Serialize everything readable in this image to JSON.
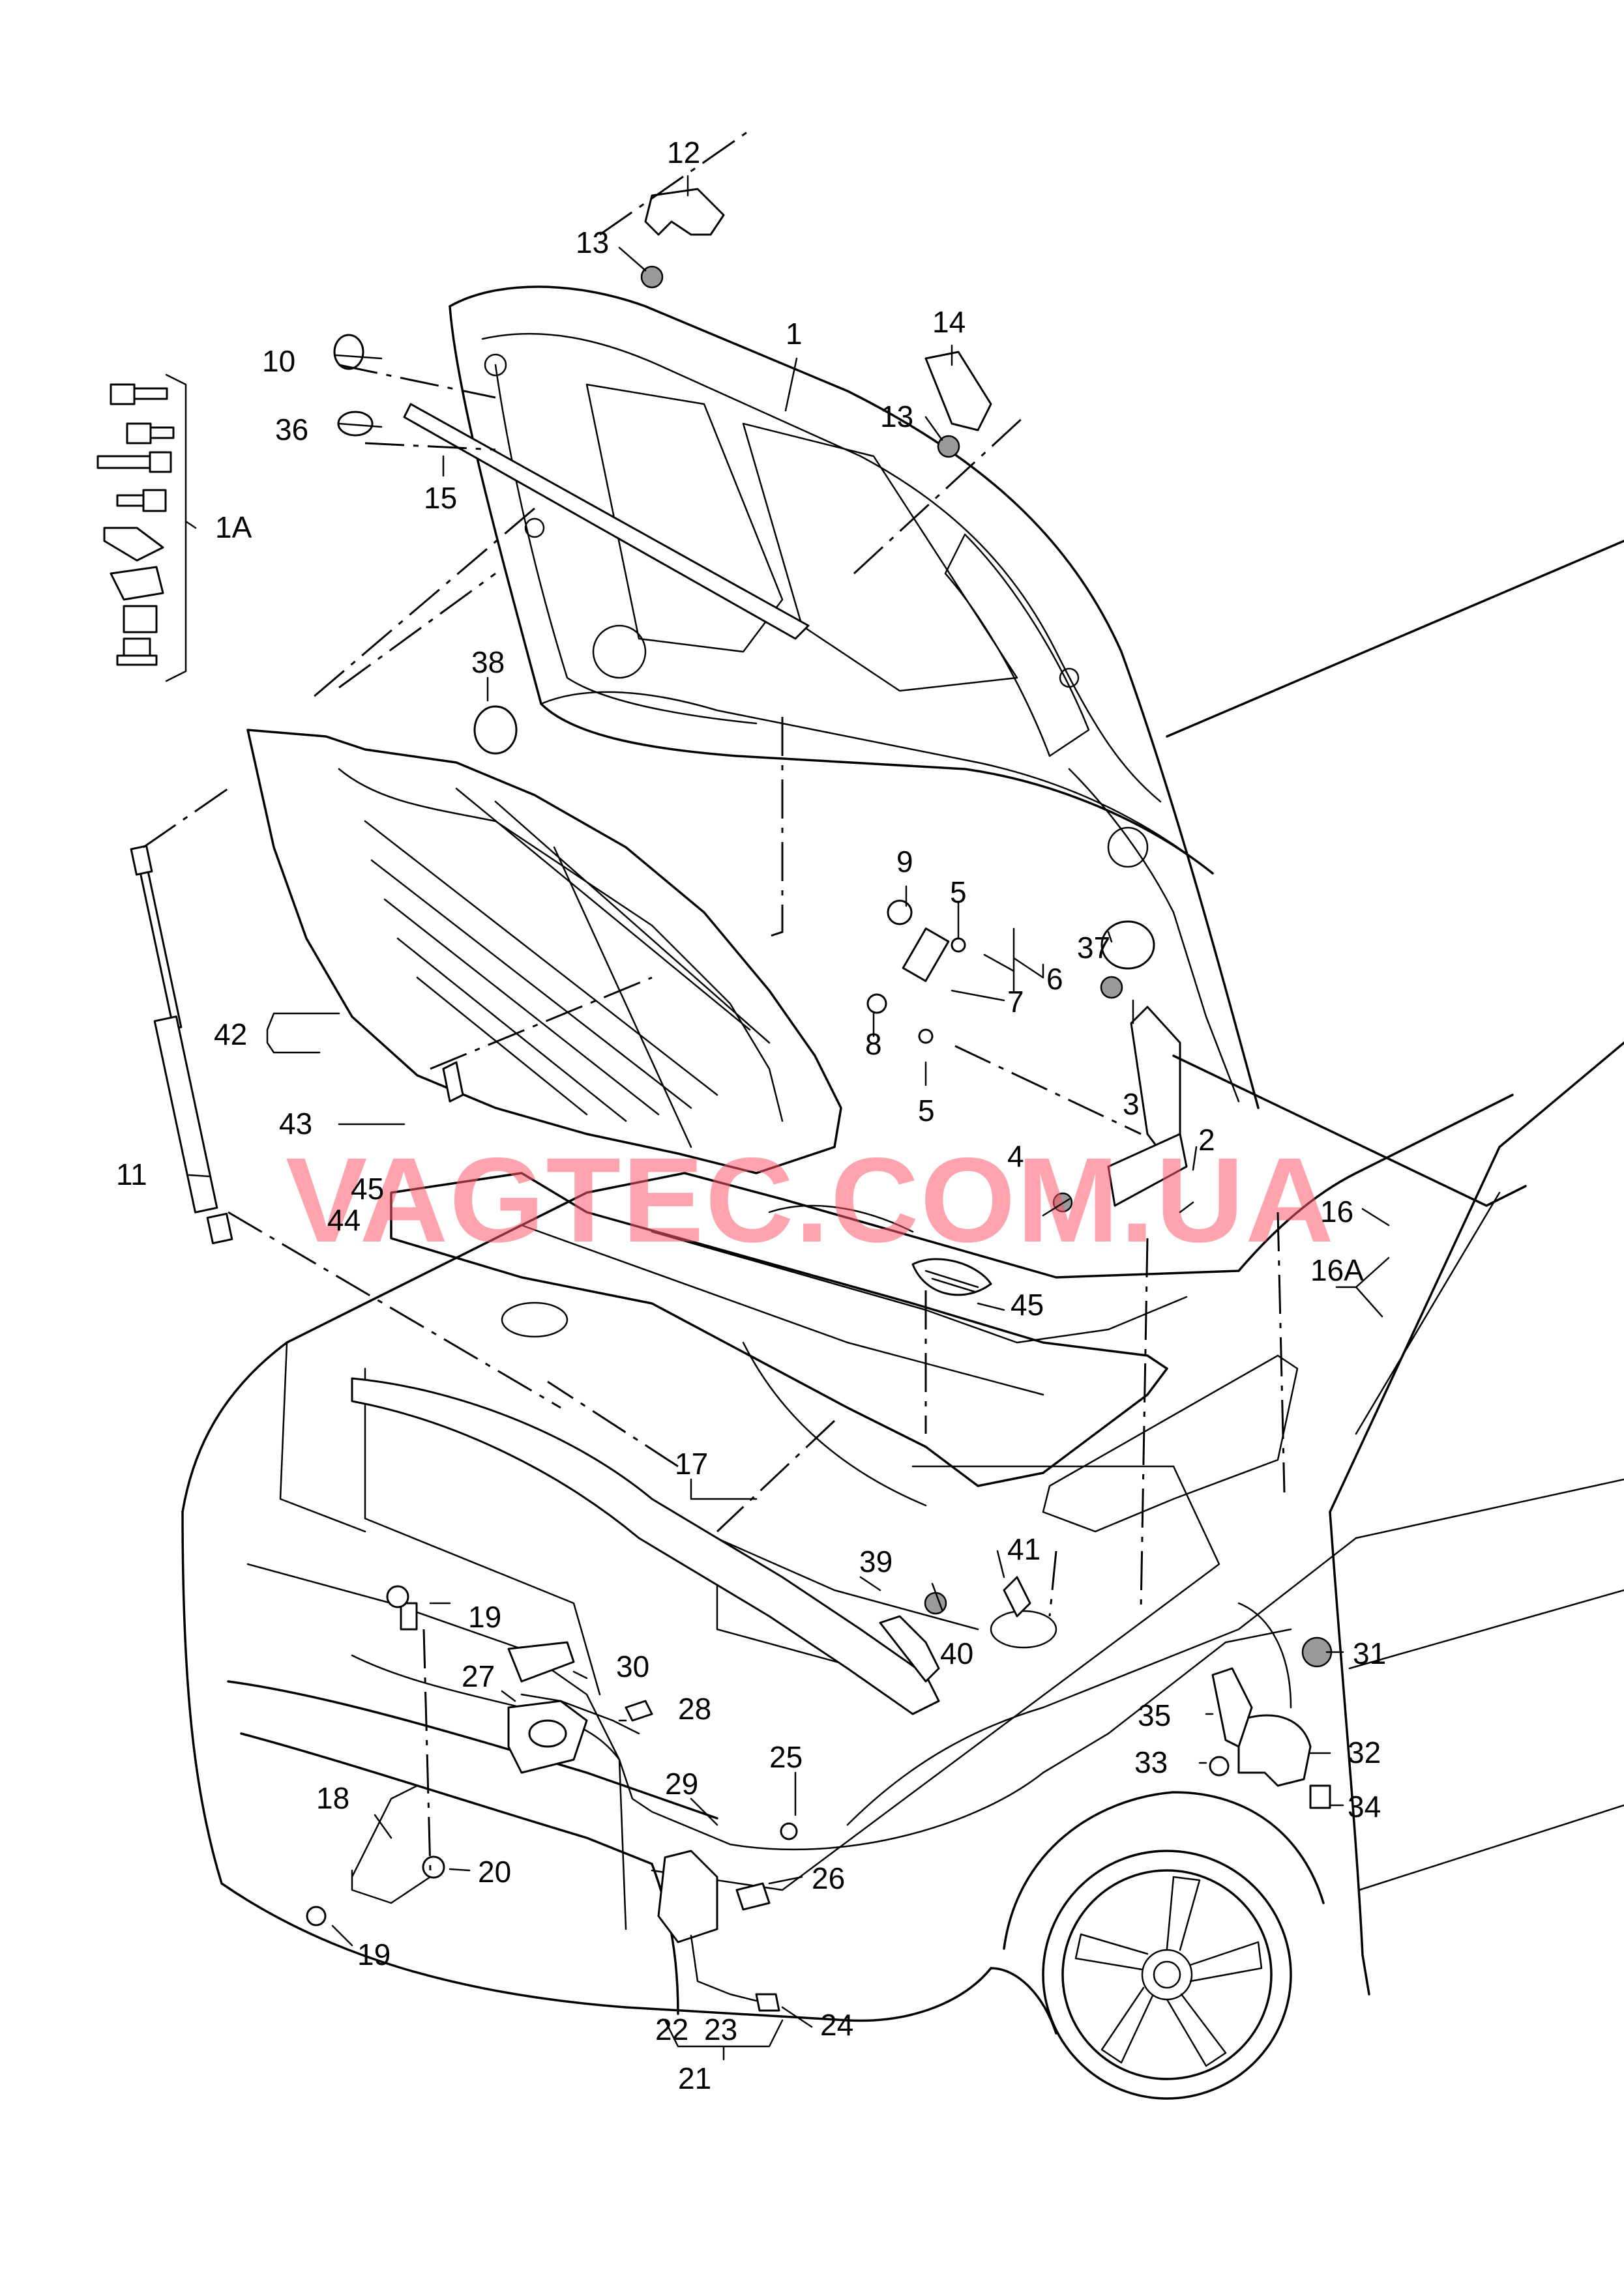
{
  "watermark": "VAGTEC.COM.UA",
  "callouts": {
    "c1": "1",
    "c1A": "1A",
    "c2": "2",
    "c3": "3",
    "c4": "4",
    "c5a": "5",
    "c5b": "5",
    "c6": "6",
    "c7": "7",
    "c8": "8",
    "c9": "9",
    "c10": "10",
    "c11": "11",
    "c12": "12",
    "c13a": "13",
    "c13b": "13",
    "c14": "14",
    "c15": "15",
    "c16": "16",
    "c16A": "16A",
    "c17": "17",
    "c18": "18",
    "c19a": "19",
    "c19b": "19",
    "c20": "20",
    "c21": "21",
    "c22": "22",
    "c23": "23",
    "c24": "24",
    "c25": "25",
    "c26": "26",
    "c27": "27",
    "c28": "28",
    "c29": "29",
    "c30": "30",
    "c31": "31",
    "c32": "32",
    "c33": "33",
    "c34": "34",
    "c35": "35",
    "c36": "36",
    "c37": "37",
    "c38": "38",
    "c39": "39",
    "c40": "40",
    "c41": "41",
    "c42": "42",
    "c43": "43",
    "c44": "44",
    "c45a": "45",
    "c45b": "45"
  }
}
